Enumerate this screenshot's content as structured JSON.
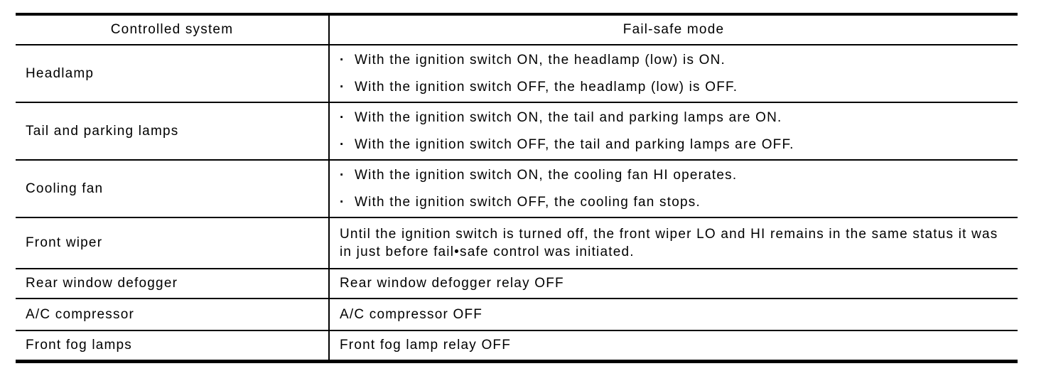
{
  "table": {
    "headers": {
      "controlled_system": "Controlled system",
      "fail_safe_mode": "Fail-safe mode"
    },
    "bullet_char": "·",
    "rows": [
      {
        "system": "Headlamp",
        "items": [
          "With the ignition switch ON, the headlamp (low) is ON.",
          "With the ignition switch OFF, the headlamp (low) is OFF."
        ]
      },
      {
        "system": "Tail and parking lamps",
        "items": [
          "With the ignition switch ON, the tail and parking lamps are ON.",
          "With the ignition switch OFF, the tail and parking lamps are OFF."
        ]
      },
      {
        "system": "Cooling fan",
        "items": [
          "With the ignition switch ON, the cooling fan HI operates.",
          "With the ignition switch OFF, the cooling fan stops."
        ]
      },
      {
        "system": "Front wiper",
        "text": "Until the ignition switch is turned off, the front wiper LO and HI remains in the same status it was in just before fail•safe control was initiated."
      },
      {
        "system": "Rear window defogger",
        "text": "Rear window defogger relay OFF"
      },
      {
        "system": "A/C compressor",
        "text": "A/C compressor OFF"
      },
      {
        "system": "Front fog lamps",
        "text": "Front fog lamp relay OFF"
      }
    ]
  },
  "colors": {
    "border": "#000000",
    "text": "#000000",
    "background": "#ffffff"
  }
}
